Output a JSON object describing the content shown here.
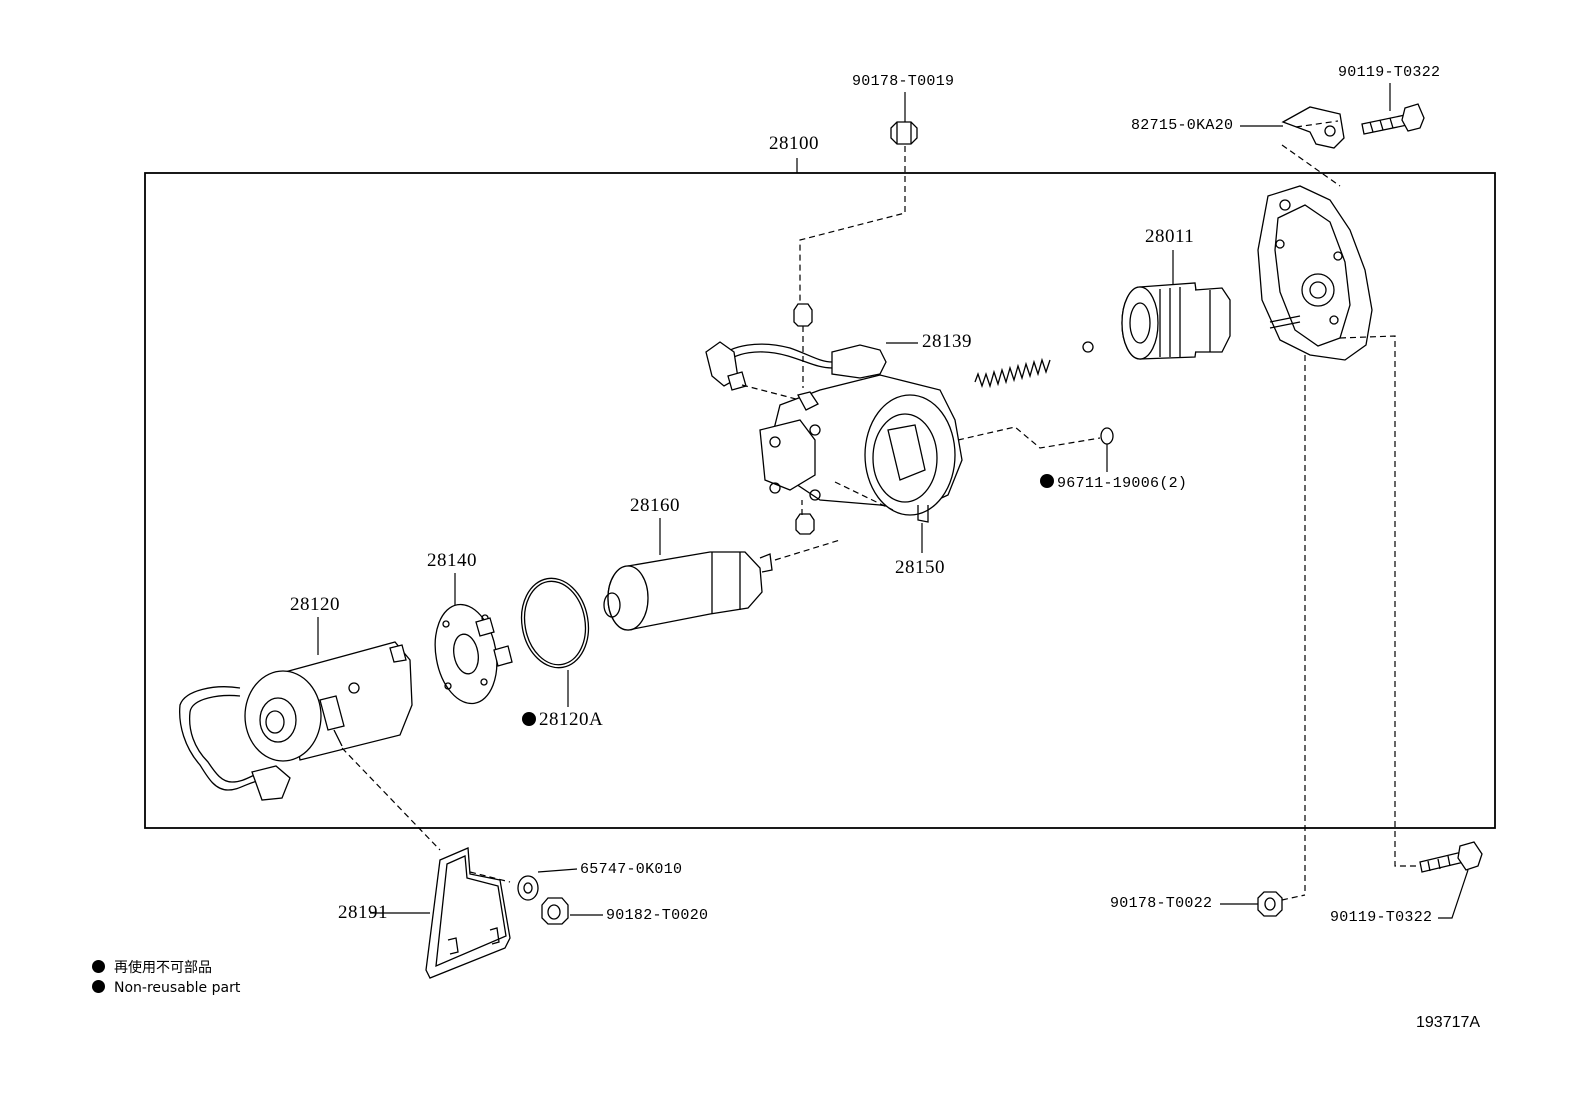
{
  "diagram_ref": "193717A",
  "legend": {
    "line1": "再使用不可部品",
    "line2": "Non-reusable part"
  },
  "labels": {
    "assembly": "28100",
    "nut_top": "90178-T0019",
    "bolt_top": "90119-T0322",
    "bracket_top": "82715-0KA20",
    "drive_clutch": "28011",
    "lead_wire": "28139",
    "ball": "96711-19006(2)",
    "housing": "28150",
    "armature": "28160",
    "brush_holder": "28140",
    "yoke": "28120",
    "oring": "28120A",
    "washer": "65747-0K010",
    "nut_bracket": "90182-T0020",
    "bracket_bottom": "28191",
    "nut_bottom": "90178-T0022",
    "bolt_bottom": "90119-T0322"
  }
}
